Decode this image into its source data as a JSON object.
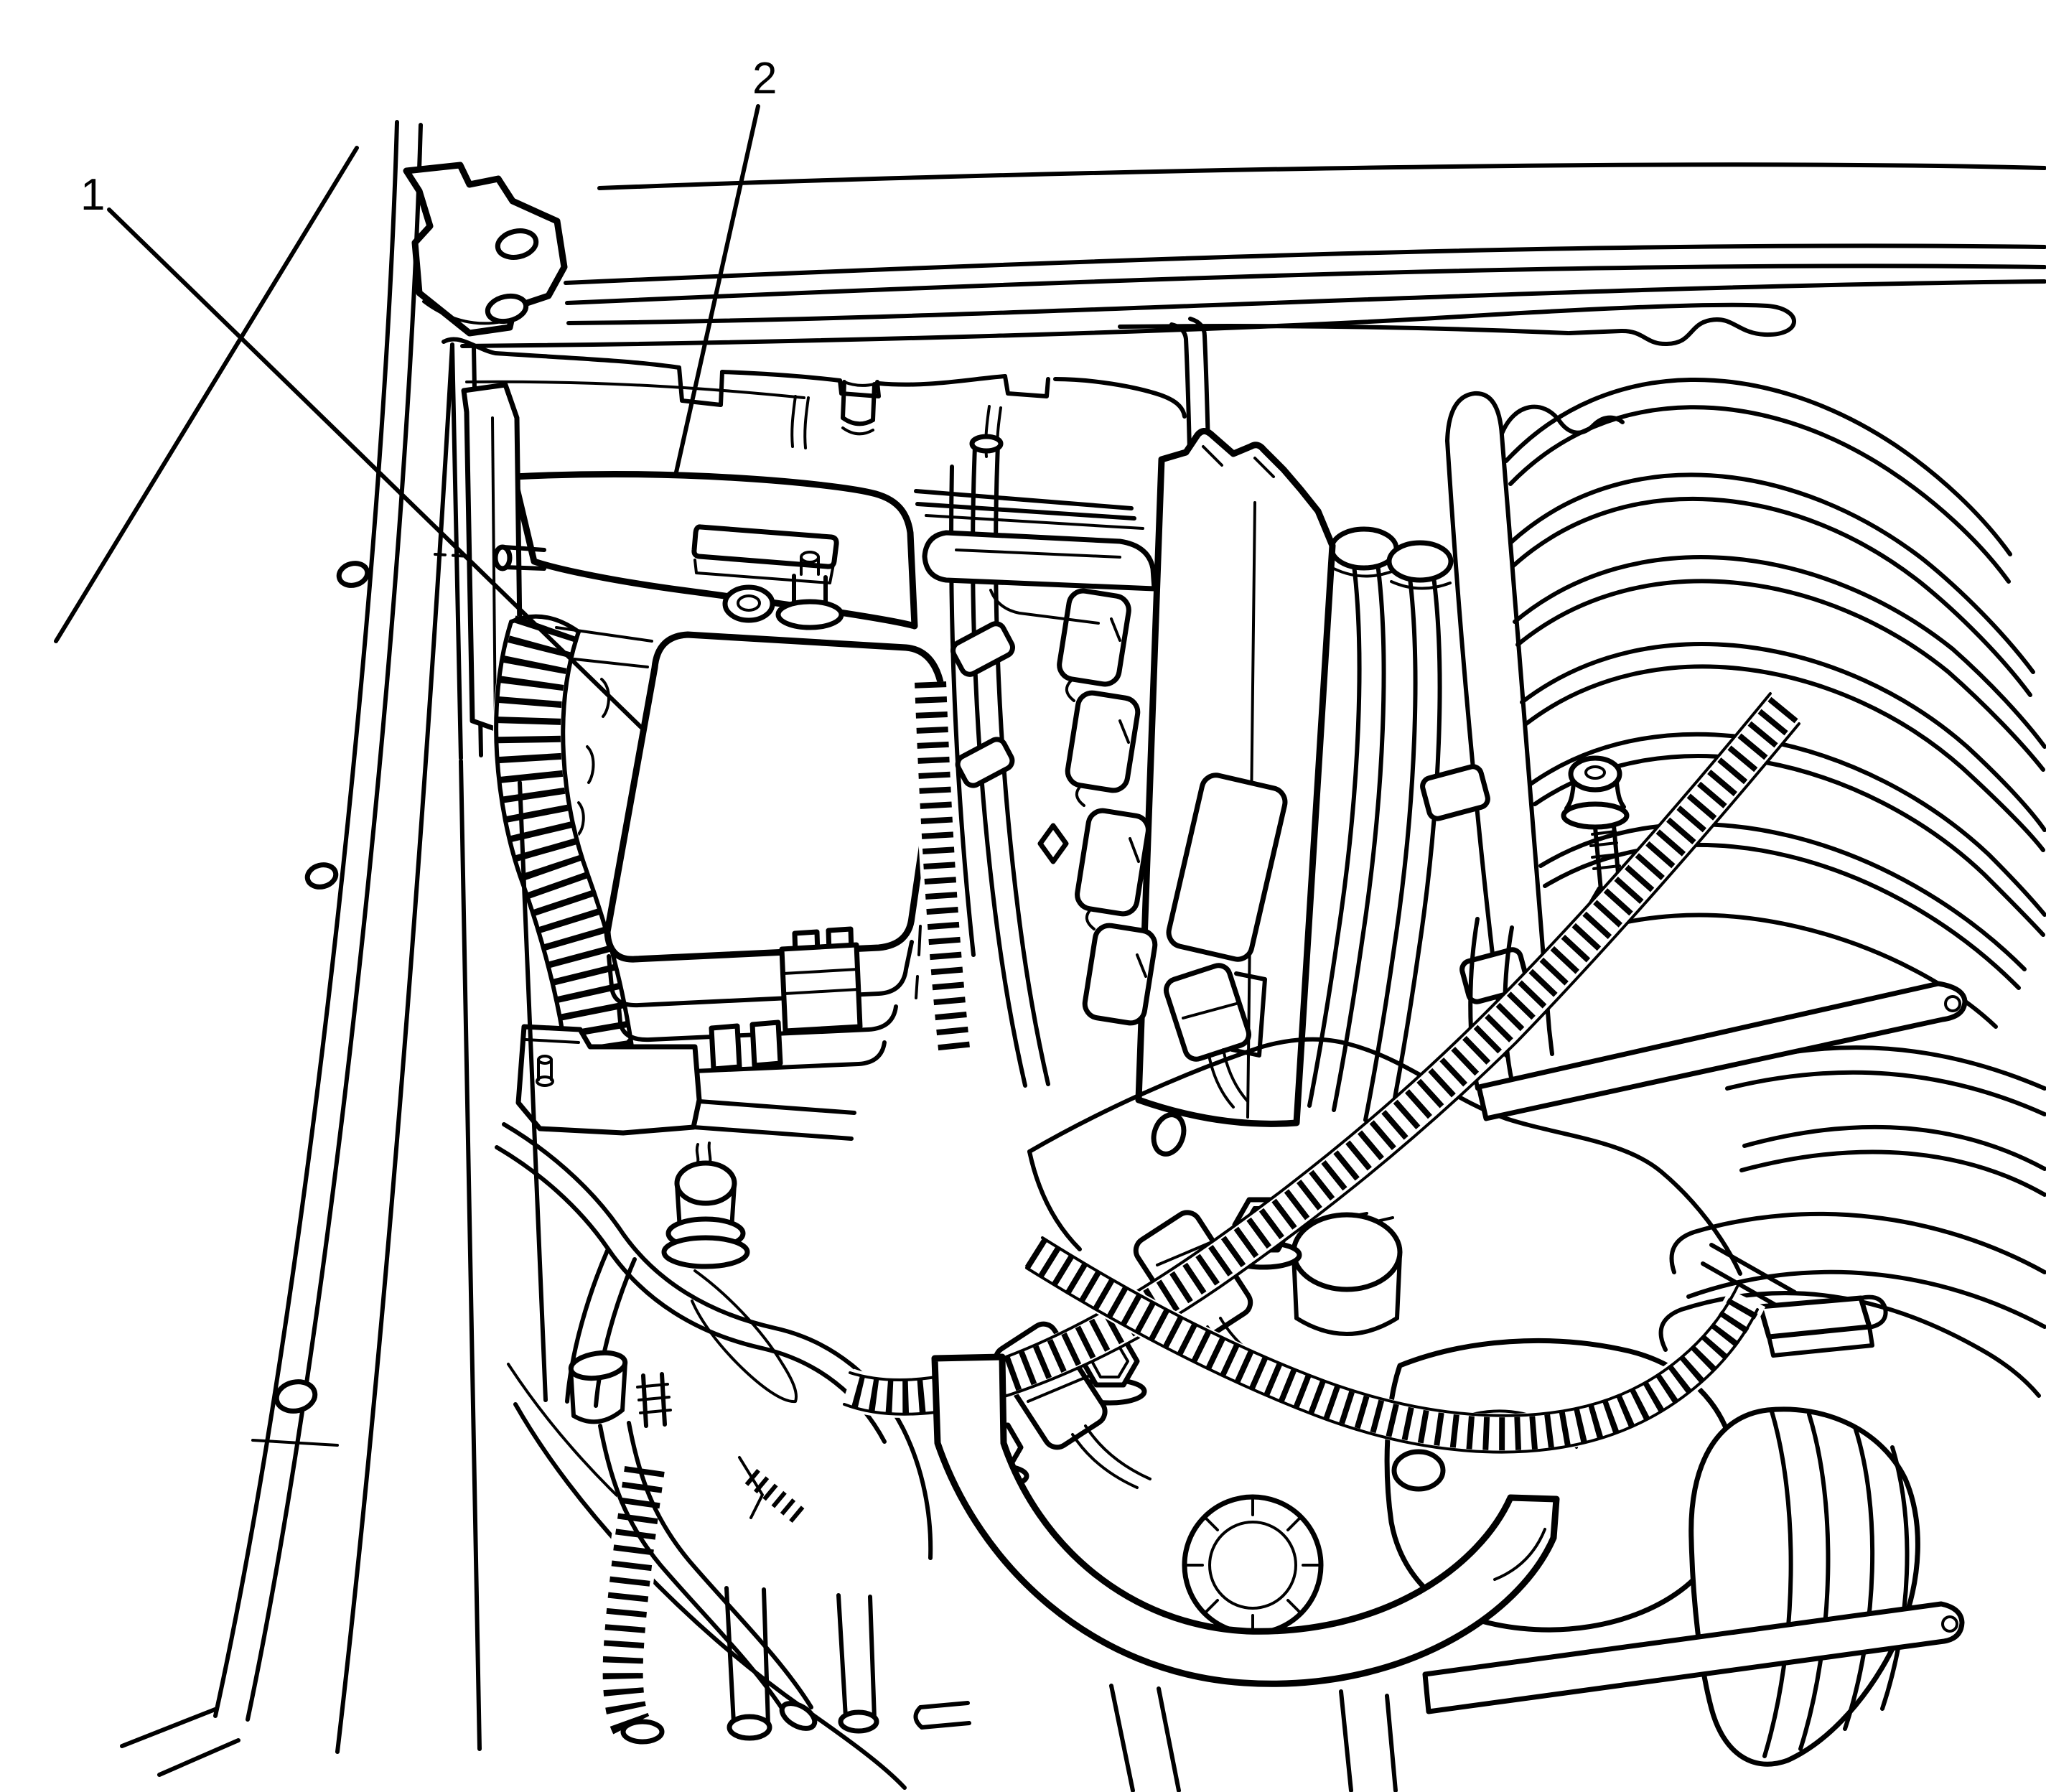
{
  "figure": {
    "background_color": "#ffffff",
    "line_color": "#000000",
    "style": "black-and-white technical line illustration of an engine compartment (underhood fuse block area)"
  },
  "callouts": [
    {
      "label": "1"
    },
    {
      "label": "2"
    }
  ]
}
